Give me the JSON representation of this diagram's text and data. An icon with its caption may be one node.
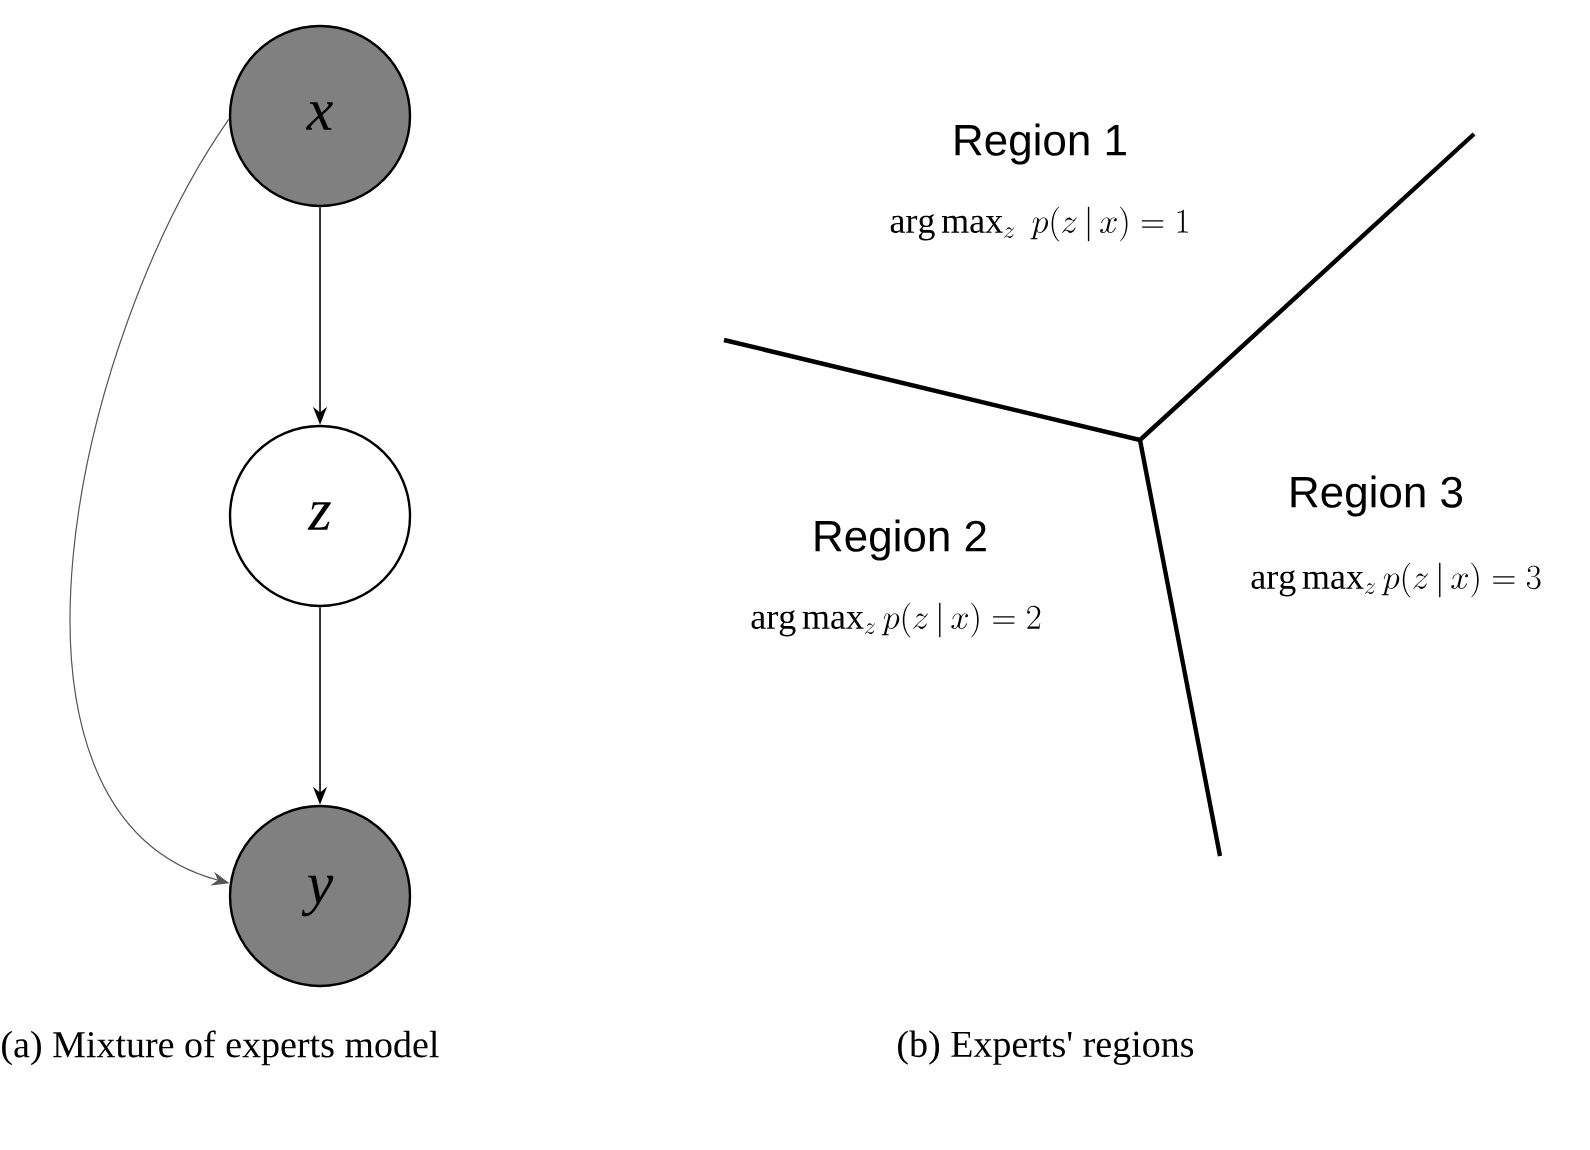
{
  "diagram": {
    "nodes": [
      {
        "text": [
          "x"
        ]
      },
      {
        "text": [
          "z"
        ]
      },
      {
        "text": [
          "y"
        ]
      }
    ],
    "edges": [
      {
        "from": 0,
        "to": 1,
        "arrow": "to"
      },
      {
        "from": 1,
        "to": 2,
        "arrow": "to"
      },
      {
        "from": 0,
        "to": 2,
        "arrow": "to",
        "color": "#555555"
      }
    ],
    "labels": [
      "Region 1",
      "\\arg\\max_{z}\\; p(z\\,|\\,x)=1",
      "Region  2",
      "\\arg\\max_{z} p(z\\,|\\,x)=2",
      "Region 3",
      "\\arg\\max_{z} p(z\\,|\\,x)=3",
      "(a) Mixture of experts model",
      "(b) Experts' regions"
    ]
  }
}
